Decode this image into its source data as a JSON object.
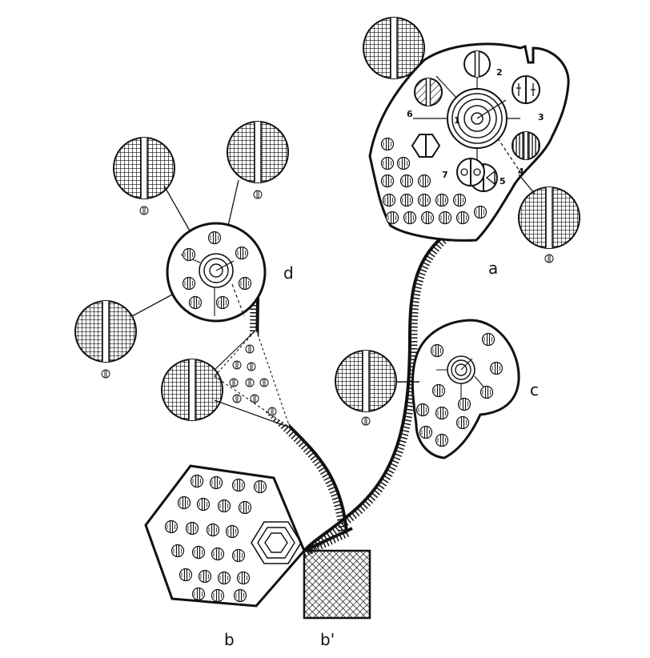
{
  "labels": {
    "a": "a",
    "b": "b",
    "b_prime": "b'",
    "c": "c",
    "d": "d"
  },
  "numbers": {
    "n1": "1",
    "n2": "2",
    "n3": "3",
    "n4": "4",
    "n5": "5",
    "n6": "6",
    "n7": "7"
  },
  "colors": {
    "ink": "#111111",
    "paper": "#ffffff"
  }
}
